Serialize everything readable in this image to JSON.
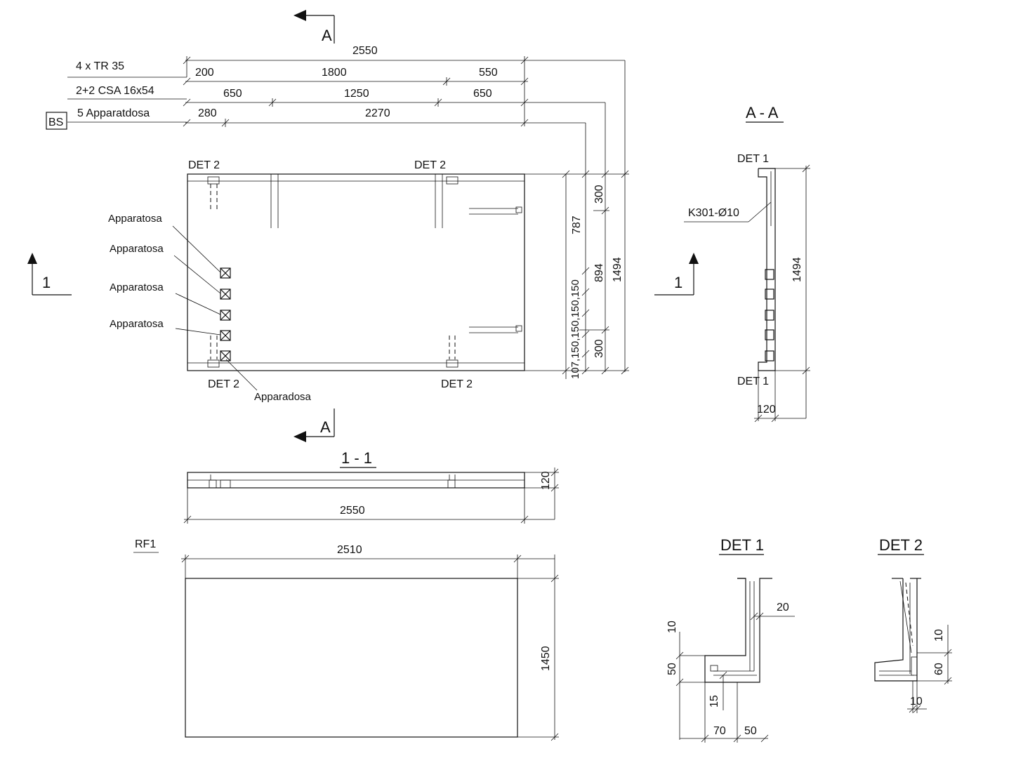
{
  "section_marks": {
    "a": "A",
    "one": "1"
  },
  "titles": {
    "aa": "A - A",
    "one_one": "1 - 1",
    "det1": "DET 1",
    "det2": "DET 2"
  },
  "legend": {
    "row1": "4 x TR 35",
    "row2": "2+2 CSA 16x54",
    "row3": "5 Apparatdosa",
    "bs": "BS"
  },
  "dims_top": {
    "overall": "2550",
    "row1": [
      "200",
      "1800",
      "550"
    ],
    "row2": [
      "650",
      "1250",
      "650"
    ],
    "row3": [
      "280",
      "2270"
    ]
  },
  "dims_right": {
    "d300a": "300",
    "d787": "787",
    "d894": "894",
    "d1494": "1494",
    "d300b": "300",
    "chain": "107,150,150,150,150"
  },
  "elevation_labels": {
    "det2": "DET 2",
    "apparatosa": "Apparatosa",
    "apparadosa": "Apparadosa"
  },
  "aa_view": {
    "det1": "DET 1",
    "rebar": "K301-Ø10",
    "height": "1494",
    "width": "120"
  },
  "section11": {
    "thickness": "120",
    "length": "2550"
  },
  "rf1": {
    "label": "RF1",
    "length": "2510",
    "height": "1450"
  },
  "det1_dims": {
    "d20": "20",
    "d10": "10",
    "d50": "50",
    "d15": "15",
    "d70": "70",
    "d50b": "50"
  },
  "det2_dims": {
    "d10": "10",
    "d60": "60",
    "d10b": "10"
  }
}
